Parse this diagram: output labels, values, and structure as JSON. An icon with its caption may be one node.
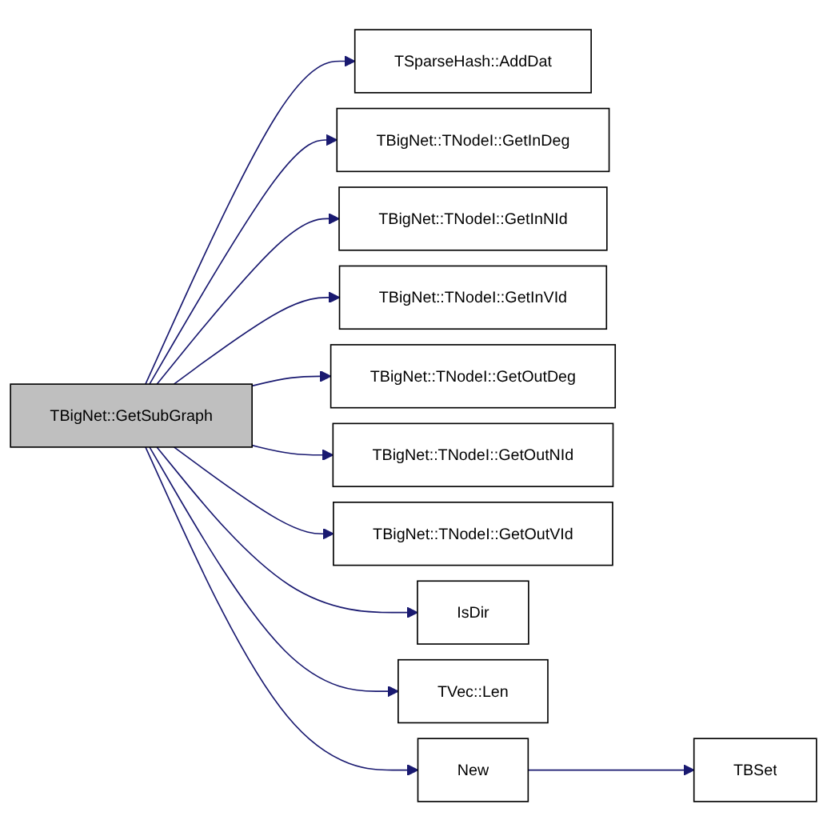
{
  "diagram": {
    "nodes": [
      {
        "text": [
          "TBigNet::GetSubGraph"
        ]
      },
      {
        "text": [
          "TSparseHash::AddDat"
        ]
      },
      {
        "text": [
          "TBigNet::TNodeI::GetInDeg"
        ]
      },
      {
        "text": [
          "TBigNet::TNodeI::GetInNId"
        ]
      },
      {
        "text": [
          "TBigNet::TNodeI::GetInVId"
        ]
      },
      {
        "text": [
          "TBigNet::TNodeI::GetOutDeg"
        ]
      },
      {
        "text": [
          "TBigNet::TNodeI::GetOutNId"
        ]
      },
      {
        "text": [
          "TBigNet::TNodeI::GetOutVId"
        ]
      },
      {
        "text": [
          "IsDir"
        ]
      },
      {
        "text": [
          "TVec::Len"
        ]
      },
      {
        "text": [
          "New"
        ]
      },
      {
        "text": [
          "TBSet"
        ]
      }
    ],
    "edges": [
      {
        "from": 0,
        "to": 1,
        "arrow": "to"
      },
      {
        "from": 0,
        "to": 2,
        "arrow": "to"
      },
      {
        "from": 0,
        "to": 3,
        "arrow": "to"
      },
      {
        "from": 0,
        "to": 4,
        "arrow": "to"
      },
      {
        "from": 0,
        "to": 5,
        "arrow": "to"
      },
      {
        "from": 0,
        "to": 6,
        "arrow": "to"
      },
      {
        "from": 0,
        "to": 7,
        "arrow": "to"
      },
      {
        "from": 0,
        "to": 8,
        "arrow": "to"
      },
      {
        "from": 0,
        "to": 9,
        "arrow": "to"
      },
      {
        "from": 0,
        "to": 10,
        "arrow": "to"
      },
      {
        "from": 10,
        "to": 11,
        "arrow": "to"
      }
    ]
  }
}
